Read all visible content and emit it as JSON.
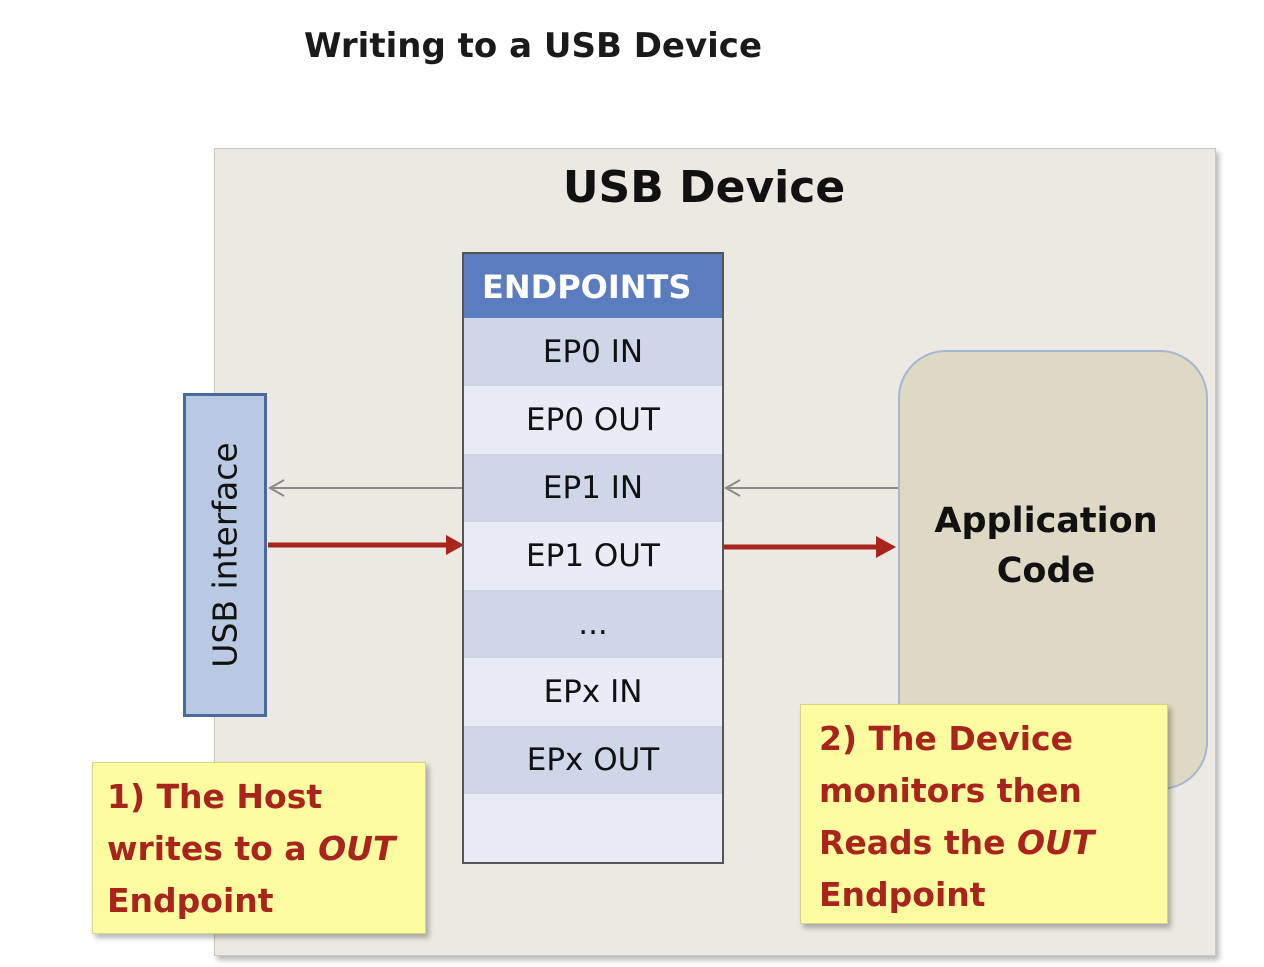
{
  "title": "Writing to a USB Device",
  "device": {
    "label": "USB Device"
  },
  "usb_interface": {
    "label": "USB interface"
  },
  "endpoints": {
    "header": "ENDPOINTS",
    "rows": [
      "EP0 IN",
      "EP0 OUT",
      "EP1 IN",
      "EP1 OUT",
      "...",
      "EPx IN",
      "EPx OUT",
      ""
    ]
  },
  "application_code": {
    "line1": "Application",
    "line2": "Code"
  },
  "note_host": {
    "line1": "1) The Host",
    "line2_prefix": "writes to a ",
    "line2_em": "OUT",
    "line3": "Endpoint"
  },
  "note_device": {
    "line1": "2) The Device",
    "line2": "monitors then",
    "line3_prefix": "Reads the ",
    "line3_em": "OUT",
    "line4": "Endpoint"
  },
  "colors": {
    "active_arrow": "#a8241c",
    "inactive_arrow": "#8a8a8a",
    "endpoint_header": "#5b7cbe",
    "note_background": "#fdfca0",
    "note_text": "#a8241c"
  }
}
